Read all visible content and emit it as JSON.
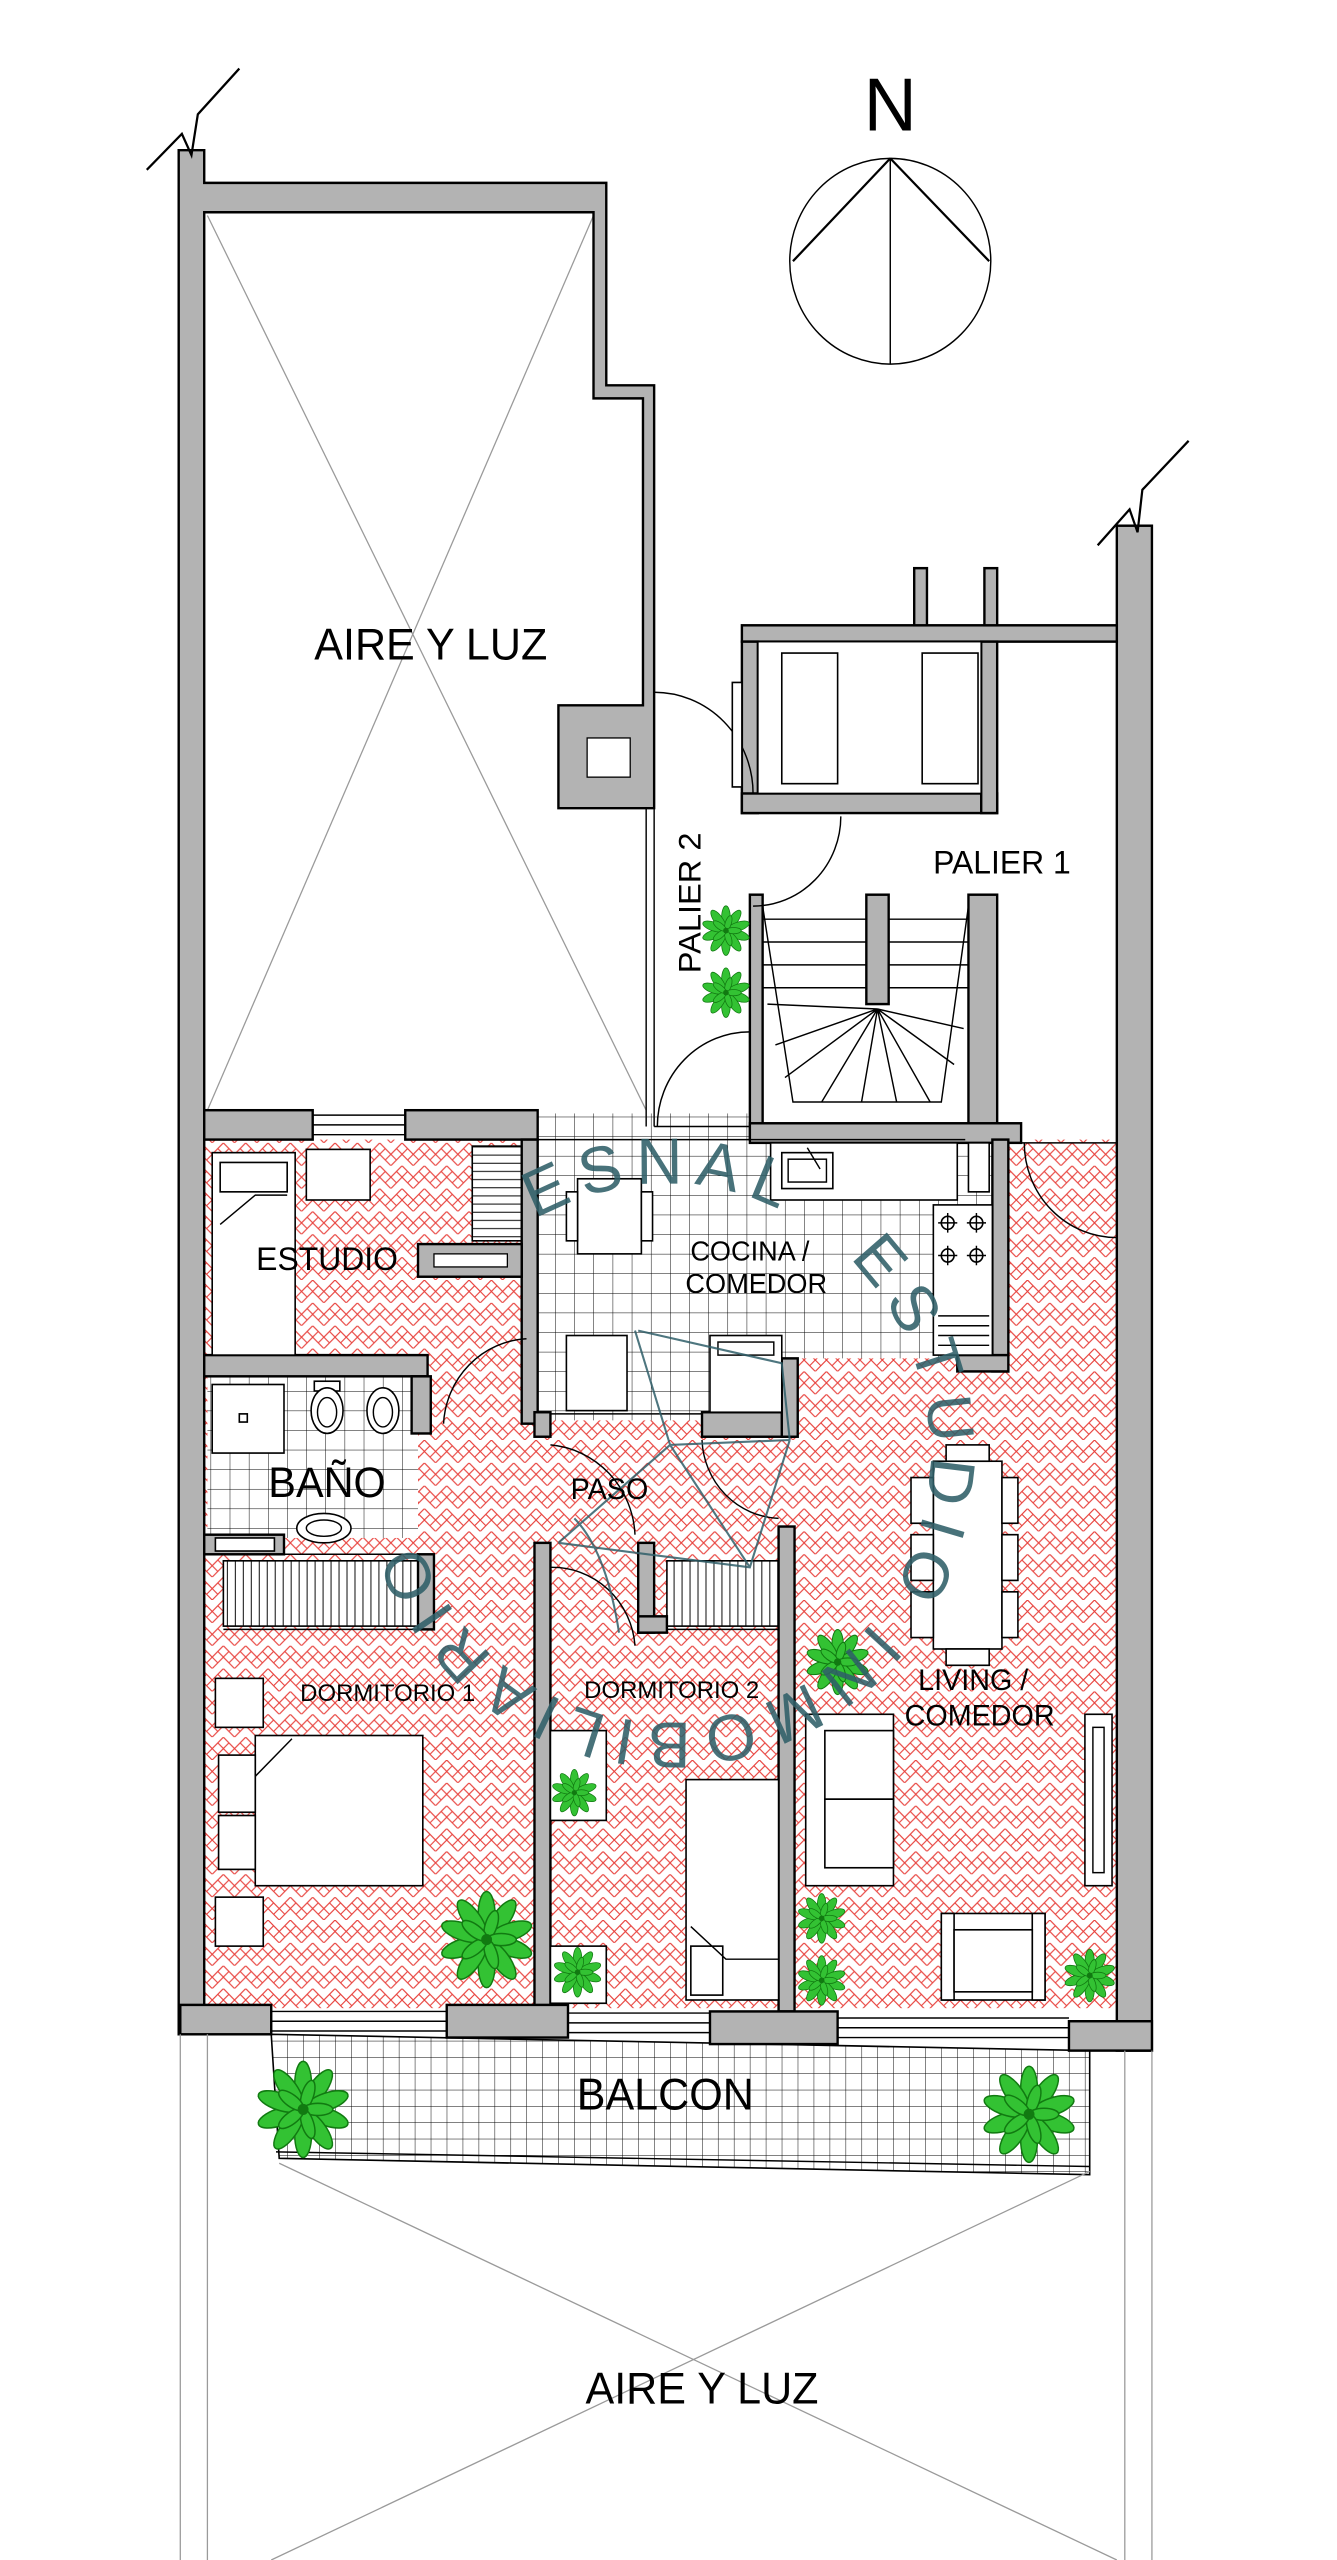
{
  "north": {
    "label": "N"
  },
  "rooms": {
    "aire_luz_top": "AIRE Y LUZ",
    "palier_2": "PALIER 2",
    "palier_1": "PALIER 1",
    "estudio": "ESTUDIO",
    "cocina": [
      "COCINA /",
      "COMEDOR"
    ],
    "bano": "BAÑO",
    "paso": "PASO",
    "dormitorio_1": "DORMITORIO 1",
    "dormitorio_2": "DORMITORIO 2",
    "living": [
      "LIVING /",
      "COMEDOR"
    ],
    "balcon": "BALCON",
    "aire_luz_bottom": "AIRE Y LUZ"
  },
  "brand": {
    "name": "ESNAL",
    "tagline": "ESTUDIO INMOBILIARIO"
  },
  "icons": {
    "north_arrow": "north-arrow-icon",
    "plant": "plant-icon"
  },
  "colors": {
    "wall": "#b3b3b3",
    "outline": "#000000",
    "floor": "#e8413c",
    "plant": "#33c233",
    "plant-dark": "#117a11",
    "watermark": "#2f5e68"
  }
}
